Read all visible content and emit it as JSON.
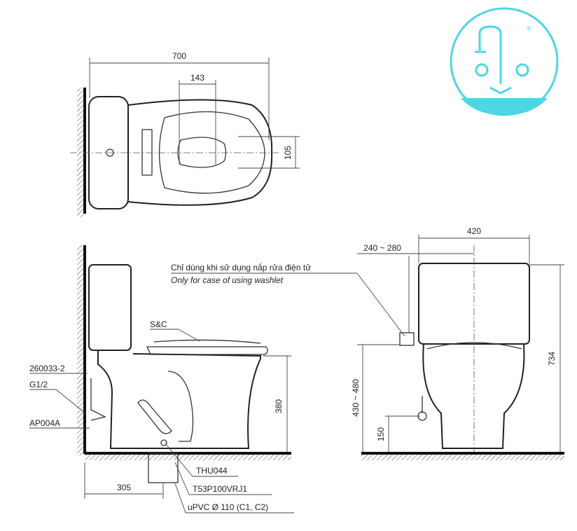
{
  "dimensions": {
    "top_width": "700",
    "seat_opening": "143",
    "seat_depth": "105",
    "wall_distance_range": "240 ~ 280",
    "front_width": "420",
    "total_height": "734",
    "seat_height": "380",
    "inlet_height_range": "430 ~ 480",
    "valve_height": "150",
    "rough_in": "305"
  },
  "notes": {
    "washlet_vi": "Chỉ dùng khi sử dụng nắp rửa điện tử",
    "washlet_en": "Only for case of using washlet"
  },
  "parts": {
    "seat": "S&C",
    "hose": "260033-2",
    "thread": "G1/2",
    "valve": "AP004A",
    "flange": "THU044",
    "outlet": "T53P100VRJ1",
    "pipe": "uPVC Ø 110 (C1, C2)"
  },
  "logo": {
    "mark": "®",
    "color": "#4dd6e3"
  }
}
